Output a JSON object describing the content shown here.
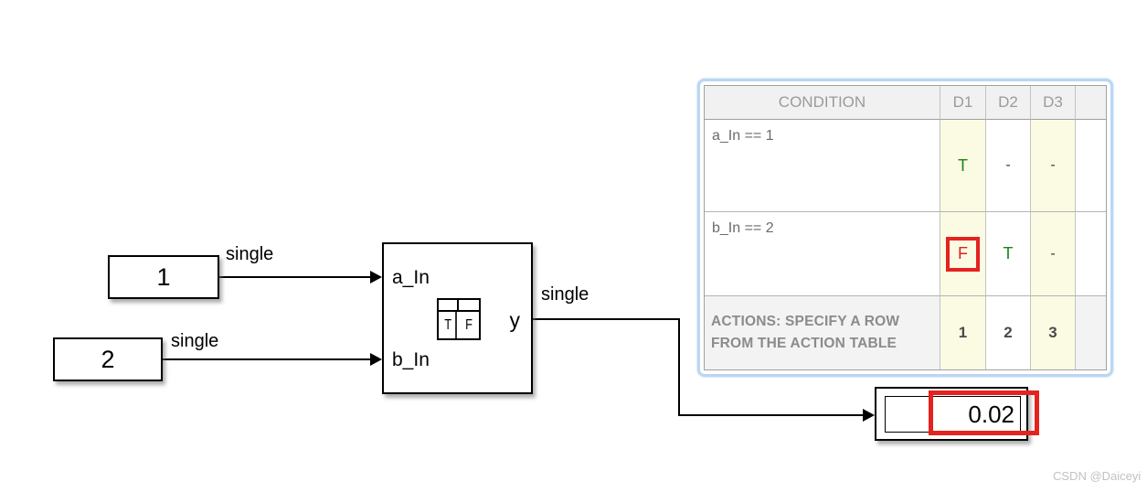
{
  "blocks": {
    "constant1": {
      "value": "1"
    },
    "constant2": {
      "value": "2"
    },
    "truth_table": {
      "port_a": "a_In",
      "port_b": "b_In",
      "port_y": "y",
      "icon_true": "T",
      "icon_false": "F"
    },
    "display": {
      "value": "0.02"
    }
  },
  "signals": {
    "label": "single"
  },
  "truth_table_panel": {
    "header": {
      "condition": "CONDITION",
      "d1": "D1",
      "d2": "D2",
      "d3": "D3"
    },
    "rows": [
      {
        "condition": "a_In == 1",
        "d1": "T",
        "d2": "-",
        "d3": "-"
      },
      {
        "condition": "b_In == 2",
        "d1": "F",
        "d2": "T",
        "d3": "-"
      }
    ],
    "actions": {
      "line1": "ACTIONS: SPECIFY A ROW",
      "line2": "FROM THE ACTION TABLE",
      "d1": "1",
      "d2": "2",
      "d3": "3"
    }
  },
  "watermark": "CSDN @Daiceyi",
  "colors": {
    "true_green": "#178717",
    "false_red": "#e02020",
    "highlight_red": "#e42320",
    "column_yellow": "#fbfbe3",
    "selection_blue": "#b9d7f3"
  }
}
